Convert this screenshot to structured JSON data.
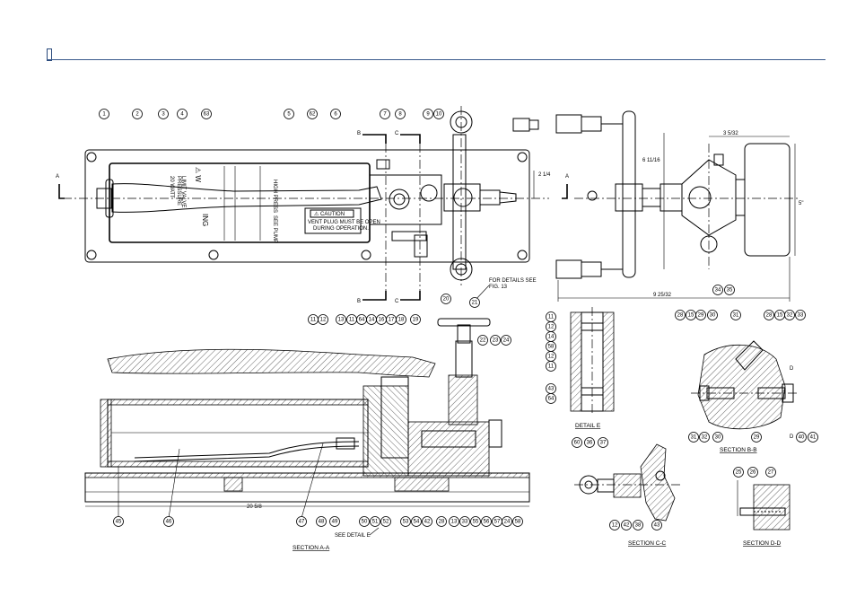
{
  "bubbles_top": [
    "1",
    "2",
    "3",
    "4",
    "63",
    "5",
    "62",
    "6",
    "7",
    "8",
    "9",
    "10"
  ],
  "bubbles_a1": [
    "11",
    "12",
    "13",
    "11",
    "64",
    "14",
    "16",
    "17",
    "18",
    "19"
  ],
  "bubbles_a2": [
    "45",
    "46",
    "47",
    "48",
    "49",
    "50",
    "51",
    "52",
    "53",
    "54",
    "42",
    "28",
    "13",
    "33",
    "55",
    "56",
    "57",
    "24",
    "58"
  ],
  "bubbles_misc": [
    "20",
    "21",
    "22",
    "23",
    "24",
    "34",
    "35"
  ],
  "bubbles_detail_e": [
    "11",
    "12",
    "14",
    "58",
    "12",
    "11",
    "43",
    "64"
  ],
  "bubbles_bb_top": [
    "28",
    "15",
    "29",
    "30",
    "31",
    "28",
    "15",
    "32",
    "33"
  ],
  "bubbles_bb_bot": [
    "31",
    "32",
    "30",
    "29",
    "40",
    "41"
  ],
  "bubbles_cc_top": [
    "60",
    "36",
    "37"
  ],
  "bubbles_cc_bot": [
    "12",
    "42",
    "38",
    "43"
  ],
  "bubbles_dd": [
    "25",
    "26",
    "27"
  ],
  "labels": {
    "section_aa": "SECTION A-A",
    "section_bb": "SECTION B-B",
    "section_cc": "SECTION C-C",
    "section_dd": "SECTION D-D",
    "detail_e": "DETAIL E",
    "see_detail_e": "SEE DETAIL E",
    "for_details_1": "FOR DETAILS SEE",
    "for_details_2": "FIG. 13",
    "caution": "⚠ CAUTION",
    "caution_1": "VENT PLUG MUST BE OPEN",
    "caution_2": "DURING OPERATION.",
    "A": "A",
    "B": "B",
    "C": "C",
    "D": "D"
  },
  "dimensions": {
    "d_2_1_4": "2 1/4",
    "d_6_11_16": "6 11/16",
    "d_3_5_32": "3 5/32",
    "d_9_25_32": "9 25/32",
    "d_5": "5\"",
    "d_20_5_8": "20 5/8"
  }
}
